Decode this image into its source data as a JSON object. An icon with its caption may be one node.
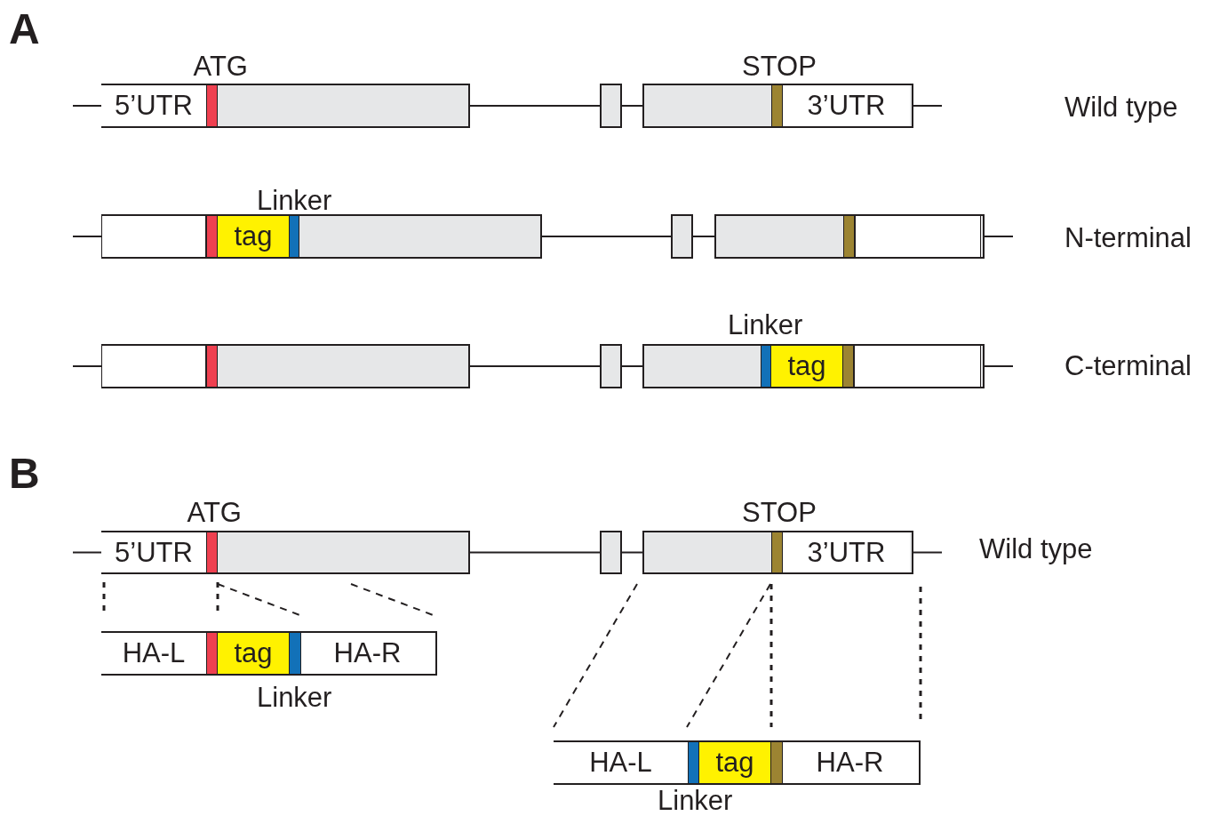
{
  "diagram": {
    "nodes": [
      {
        "text": [],
        "shape": "box"
      },
      {
        "text": [
          "5’UTR"
        ],
        "in": 0
      },
      {
        "text": [],
        "shape": "box"
      },
      {
        "text": [],
        "shape": "box"
      },
      {
        "text": [
          "3’UTR"
        ],
        "in": 3
      },
      {
        "text": [],
        "shape": "box"
      },
      {
        "text": [
          "tag"
        ],
        "in": 5
      },
      {
        "text": [],
        "shape": "box"
      },
      {
        "text": [],
        "shape": "box"
      },
      {
        "text": [],
        "shape": "box"
      },
      {
        "text": [],
        "shape": "box"
      },
      {
        "text": [],
        "shape": "box"
      },
      {
        "text": [
          "tag"
        ],
        "in": 11
      },
      {
        "text": [],
        "shape": "box"
      },
      {
        "text": [
          "5’UTR"
        ],
        "in": 13
      },
      {
        "text": [],
        "shape": "box"
      },
      {
        "text": [],
        "shape": "box"
      },
      {
        "text": [
          "3’UTR"
        ],
        "in": 16
      },
      {
        "text": [],
        "shape": "box"
      },
      {
        "text": [
          "HA-L"
        ],
        "in": 18
      },
      {
        "text": [
          "tag"
        ],
        "in": 18
      },
      {
        "text": [
          "HA-R"
        ],
        "in": 18
      },
      {
        "text": [],
        "shape": "box"
      },
      {
        "text": [
          "HA-L"
        ],
        "in": 22
      },
      {
        "text": [
          "tag"
        ],
        "in": 22
      },
      {
        "text": [
          "HA-R"
        ],
        "in": 22
      },
      {
        "text": [],
        "shape": "box",
        "in": 5
      },
      {
        "text": [],
        "shape": "box",
        "in": 8
      },
      {
        "text": [],
        "shape": "box",
        "in": 9
      },
      {
        "text": [],
        "shape": "box",
        "in": 11
      }
    ],
    "edges": [
      {
        "from": null,
        "to": 0,
        "arrow": "none"
      },
      {
        "from": 0,
        "to": 2,
        "arrow": "none"
      },
      {
        "from": 2,
        "to": 3,
        "arrow": "none"
      },
      {
        "from": 3,
        "to": null,
        "arrow": "none"
      },
      {
        "from": null,
        "to": 5,
        "arrow": "none"
      },
      {
        "from": 5,
        "to": 7,
        "arrow": "none"
      },
      {
        "from": 7,
        "to": 8,
        "arrow": "none"
      },
      {
        "from": 8,
        "to": null,
        "arrow": "none"
      },
      {
        "from": null,
        "to": 9,
        "arrow": "none"
      },
      {
        "from": 9,
        "to": 10,
        "arrow": "none"
      },
      {
        "from": 10,
        "to": 11,
        "arrow": "none"
      },
      {
        "from": 11,
        "to": null,
        "arrow": "none"
      },
      {
        "from": null,
        "to": 13,
        "arrow": "none"
      },
      {
        "from": 13,
        "to": 15,
        "arrow": "none"
      },
      {
        "from": 15,
        "to": 16,
        "arrow": "none"
      },
      {
        "from": 16,
        "to": null,
        "arrow": "none"
      }
    ],
    "labels": [
      "A",
      "ATG",
      "STOP",
      "Wild type",
      "Linker",
      "N-terminal",
      "Linker",
      "C-terminal",
      "B",
      "ATG",
      "STOP",
      "Wild type",
      "Linker",
      "Linker"
    ]
  }
}
